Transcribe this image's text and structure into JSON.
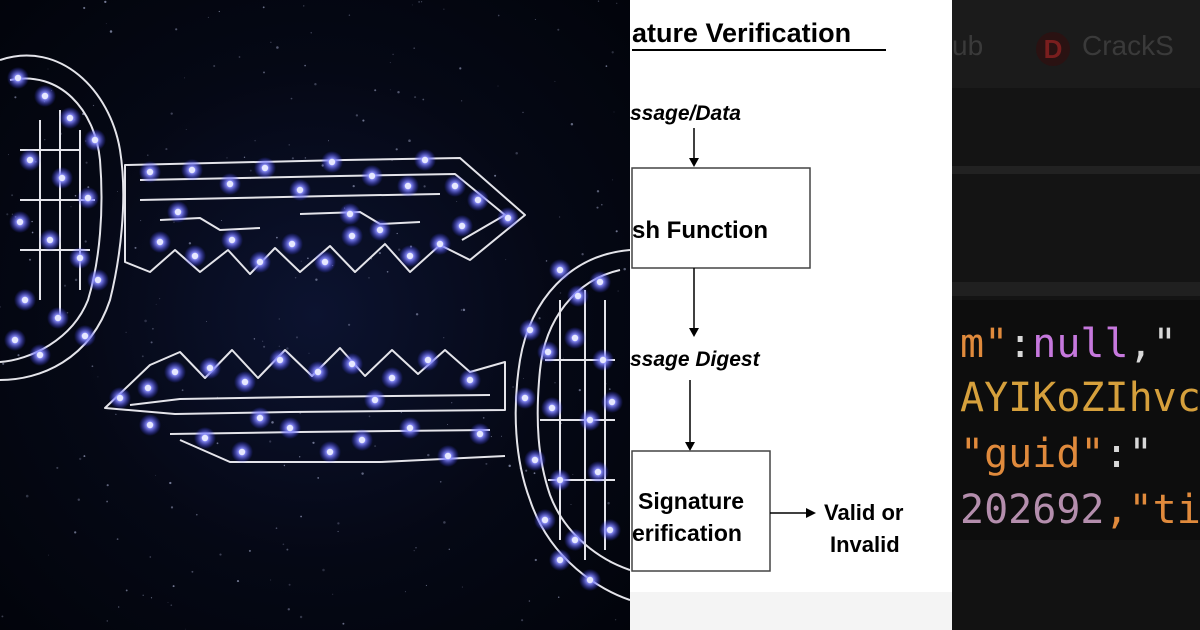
{
  "diagram": {
    "title": "ature Verification",
    "input_label": "ssage/Data",
    "hash_box": "sh Function",
    "digest_label": "ssage Digest",
    "verify_box_line1": "Signature",
    "verify_box_line2": "erification",
    "output_line1": "Valid or",
    "output_line2": "Invalid"
  },
  "code_panel": {
    "tabs": [
      "ub",
      "CrackS"
    ],
    "tab_icon_letter": "D",
    "lines": [
      {
        "parts": [
          {
            "text": "m\"",
            "color": "#e08a3c"
          },
          {
            "text": ":",
            "color": "#d8d8d8"
          },
          {
            "text": "null",
            "color": "#c678dd"
          },
          {
            "text": ",\"",
            "color": "#d8d8d8"
          }
        ]
      },
      {
        "parts": [
          {
            "text": "AYIKoZIhvc",
            "color": "#d6a03c"
          }
        ]
      },
      {
        "parts": [
          {
            "text": "\"guid\"",
            "color": "#e08a3c"
          },
          {
            "text": ":\"",
            "color": "#d8d8d8"
          }
        ]
      },
      {
        "parts": [
          {
            "text": "202692",
            "color": "#b48ead"
          },
          {
            "text": ",\"ti",
            "color": "#e08a3c"
          }
        ]
      }
    ]
  },
  "colors": {
    "node_glow": "#5a5cff",
    "node_core": "#e6e8ff",
    "key_outline": "#e4e4ea",
    "space_bg": "#050815"
  }
}
